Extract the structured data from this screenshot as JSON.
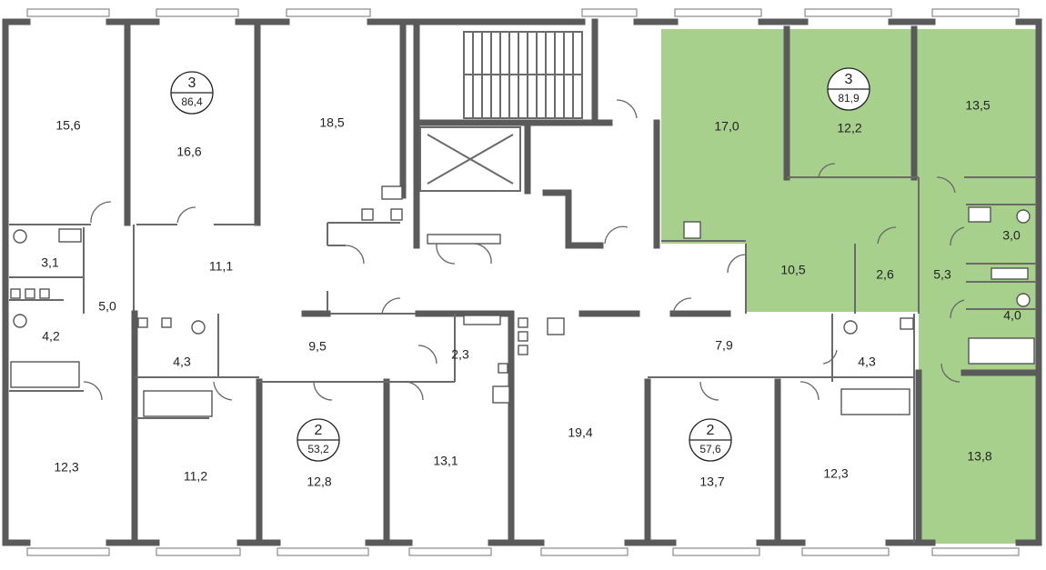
{
  "highlight_color": "#a8d08d",
  "apartments": [
    {
      "rooms": "3",
      "area": "86,4"
    },
    {
      "rooms": "3",
      "area": "81,9"
    },
    {
      "rooms": "2",
      "area": "53,2"
    },
    {
      "rooms": "2",
      "area": "57,6"
    }
  ],
  "room_areas": {
    "r1": "15,6",
    "r2": "16,6",
    "r3": "18,5",
    "r4": "17,0",
    "r5": "12,2",
    "r6": "13,5",
    "r7": "3,1",
    "r8": "11,1",
    "r9": "5,0",
    "r10": "10,5",
    "r11": "2,6",
    "r12": "5,3",
    "r13": "3,0",
    "r14": "4,2",
    "r15": "4,3",
    "r16": "9,5",
    "r17": "2,3",
    "r18": "7,9",
    "r19": "4,3",
    "r20": "4,0",
    "r21": "12,3",
    "r22": "11,2",
    "r23": "12,8",
    "r24": "13,1",
    "r25": "19,4",
    "r26": "13,7",
    "r27": "12,3",
    "r28": "13,8"
  }
}
